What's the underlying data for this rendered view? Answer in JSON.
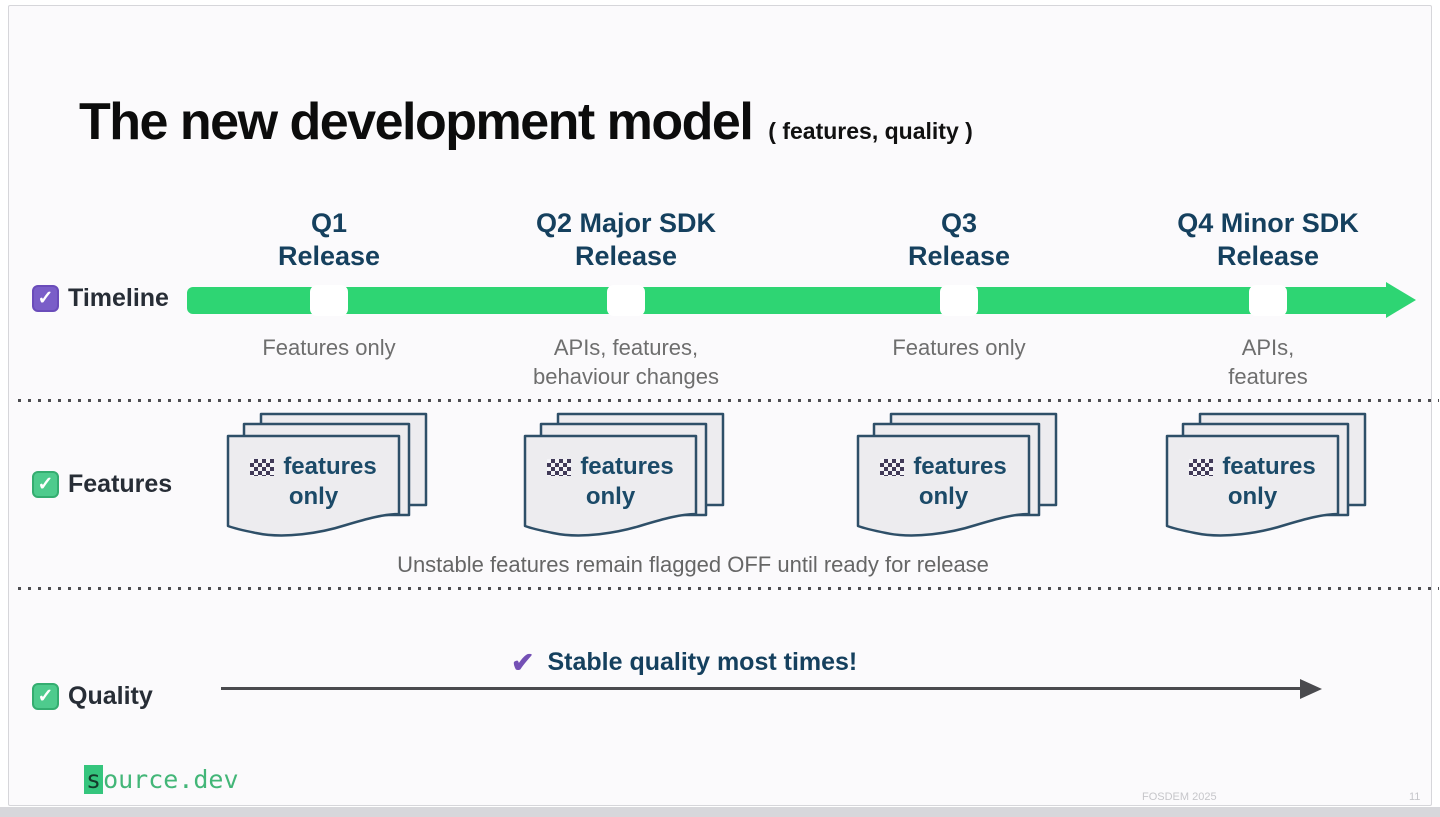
{
  "page": {
    "title": "The new development model",
    "title_suffix": "( features, quality )"
  },
  "columns": [
    {
      "header": "Q1\nRelease",
      "caption": "Features only",
      "card_line1": "features",
      "card_line2": "only"
    },
    {
      "header": "Q2 Major SDK\nRelease",
      "caption": "APIs, features,\nbehaviour changes",
      "card_line1": "features",
      "card_line2": "only"
    },
    {
      "header": "Q3\nRelease",
      "caption": "Features only",
      "card_line1": "features",
      "card_line2": "only"
    },
    {
      "header": "Q4 Minor SDK\nRelease",
      "caption": "APIs,\nfeatures",
      "card_line1": "features",
      "card_line2": "only"
    }
  ],
  "rows": {
    "timeline": {
      "label": "Timeline"
    },
    "features": {
      "label": "Features",
      "note": "Unstable features remain flagged OFF until ready for release"
    },
    "quality": {
      "label": "Quality",
      "note": "Stable quality most times!"
    }
  },
  "icons": {
    "checkbox_check": "✓",
    "quality_check": "✔",
    "checkered_pattern": "checkerboard-flag-pattern"
  },
  "footer": {
    "logo_first": "s",
    "logo_rest": "ource.dev",
    "event": "FOSDEM 2025",
    "page_number": "11"
  },
  "colors": {
    "timeline_green": "#2ed573",
    "checkbox_purple": "#7a5ec8",
    "checkbox_green": "#4ecb8d",
    "header_navy": "#15405e",
    "card_navy": "#1b4a68",
    "caption_gray": "#6e6e6e",
    "arrow_gray": "#4a4a4e",
    "logo_green": "#43b678"
  }
}
